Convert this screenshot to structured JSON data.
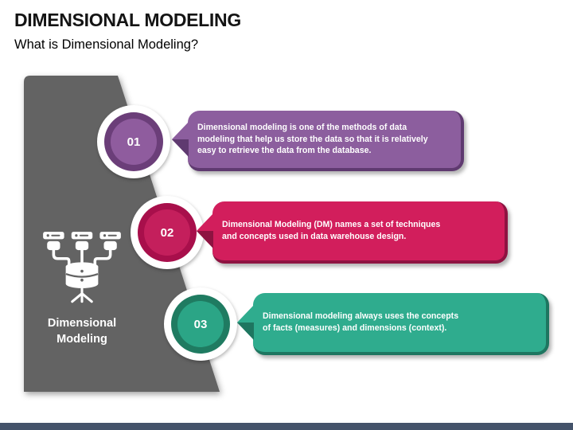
{
  "header": {
    "title": "DIMENSIONAL MODELING",
    "subtitle": "What is Dimensional Modeling?"
  },
  "panel": {
    "label": "Dimensional Modeling",
    "icon": "database-network-icon",
    "color": "#636363"
  },
  "steps": [
    {
      "number": "01",
      "text": "Dimensional modeling is one of the methods of data\nmodeling that help us store the data so that it is relatively\neasy to retrieve the data from the database.",
      "bubble_color": "#8C5E9E",
      "bubble_shadow": "#5F3A70",
      "ring_color": "#6B3E79",
      "ring_inner": "#8F5C9E"
    },
    {
      "number": "02",
      "text": "Dimensional Modeling (DM) names a set of techniques\nand concepts used in data warehouse design.",
      "bubble_color": "#D21E5C",
      "bubble_shadow": "#8E1341",
      "ring_color": "#A80F4B",
      "ring_inner": "#C41F5C"
    },
    {
      "number": "03",
      "text": "Dimensional modeling always uses the concepts\nof facts (measures) and dimensions (context).",
      "bubble_color": "#2FAC8E",
      "bubble_shadow": "#1E7660",
      "ring_color": "#1F7B61",
      "ring_inner": "#2BA586"
    }
  ],
  "footer": {
    "bar_color": "#44536A"
  }
}
